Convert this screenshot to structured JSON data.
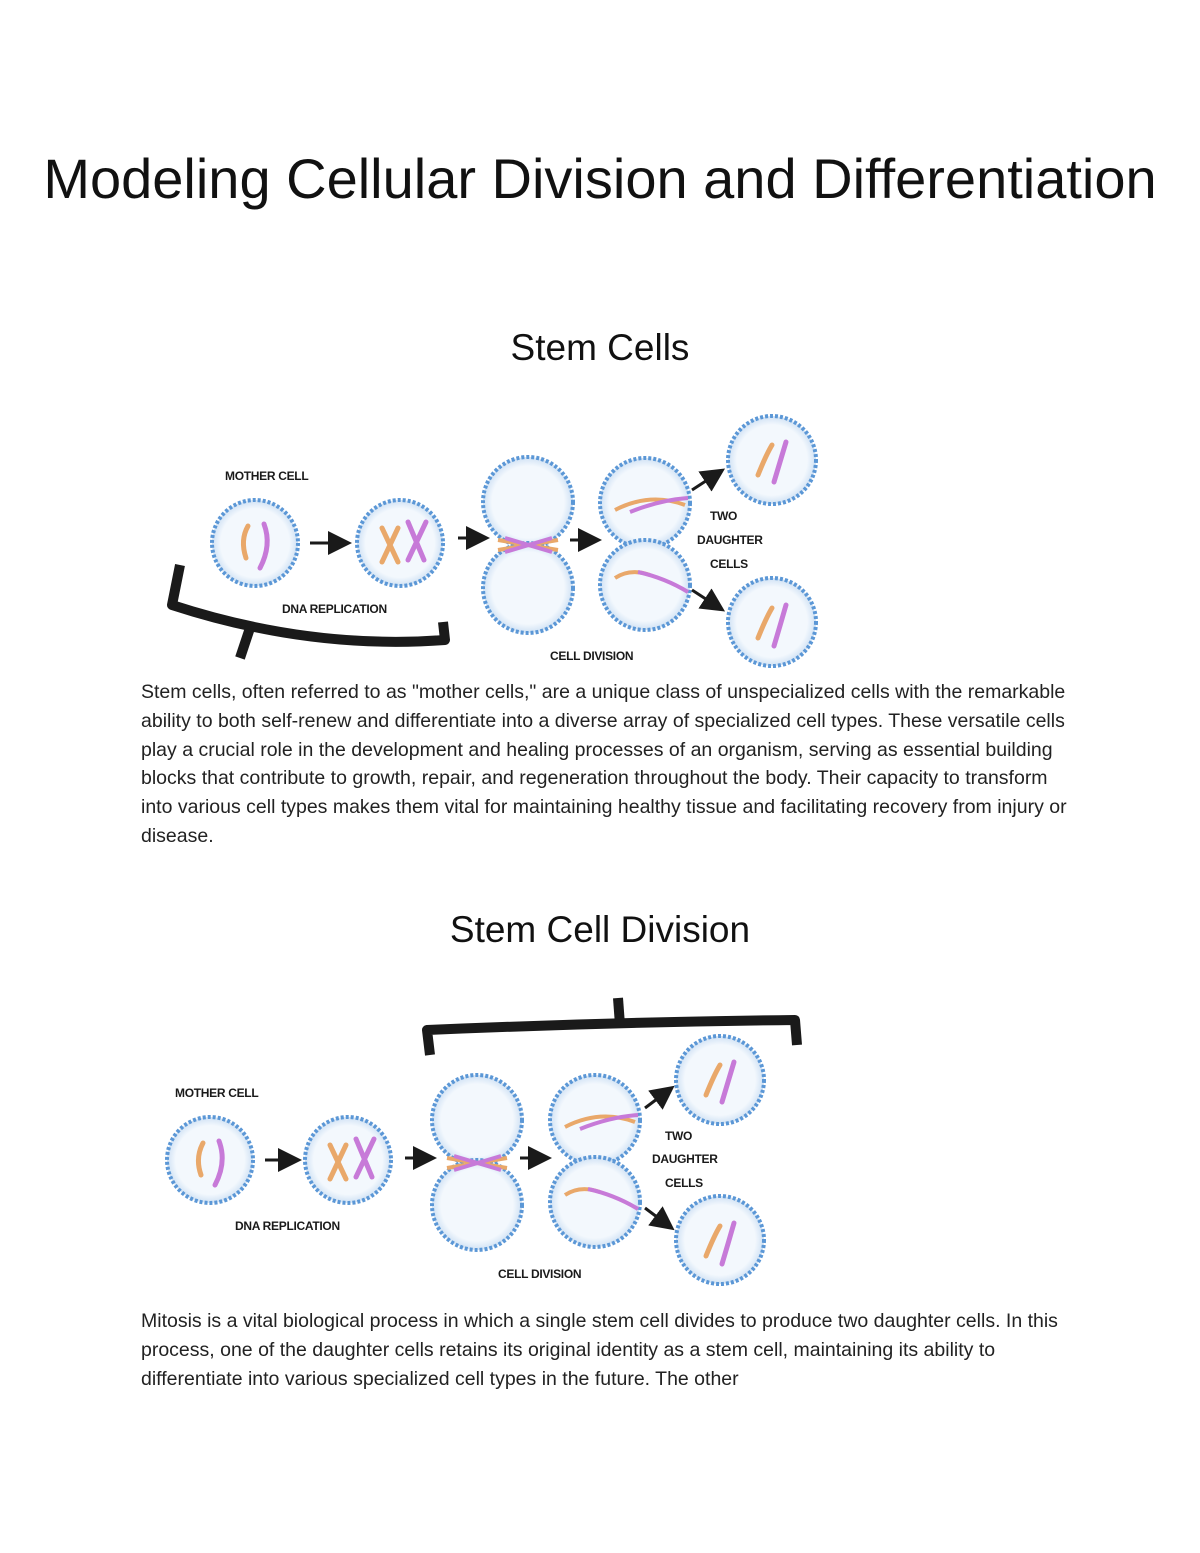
{
  "document": {
    "title": "Modeling Cellular Division and Differentiation",
    "sections": [
      {
        "heading": "Stem Cells",
        "figure_labels": {
          "mother_cell": "MOTHER CELL",
          "dna_replication": "DNA REPLICATION",
          "cell_division": "CELL DIVISION",
          "two": "TWO",
          "daughter": "DAUGHTER",
          "cells": "CELLS"
        },
        "paragraph": "Stem cells, often referred to as \"mother cells,\" are a unique class of unspecialized cells with the remarkable ability to both self-renew and differentiate into a diverse array of specialized cell types. These versatile cells play a crucial role in the development and healing processes of an organism, serving as essential building blocks that contribute to growth, repair, and regeneration throughout the body. Their capacity to transform into various cell types makes them vital for maintaining healthy tissue and facilitating recovery from injury or disease."
      },
      {
        "heading": "Stem Cell Division",
        "figure_labels": {
          "mother_cell": "MOTHER CELL",
          "dna_replication": "DNA REPLICATION",
          "cell_division": "CELL DIVISION",
          "two": "TWO",
          "daughter": "DAUGHTER",
          "cells": "CELLS"
        },
        "paragraph": "Mitosis is a vital biological process in which a single stem cell divides to produce two daughter cells. In this process, one of the daughter cells retains its original identity as a stem cell, maintaining its ability to differentiate into various specialized cell types in the future. The other"
      }
    ],
    "colors": {
      "cell_border": "#5b97d6",
      "cell_fill": "#eef5fc",
      "chromosome_a": "#e9a86a",
      "chromosome_b": "#c77ad8",
      "bracket": "#1a1a1a"
    }
  }
}
